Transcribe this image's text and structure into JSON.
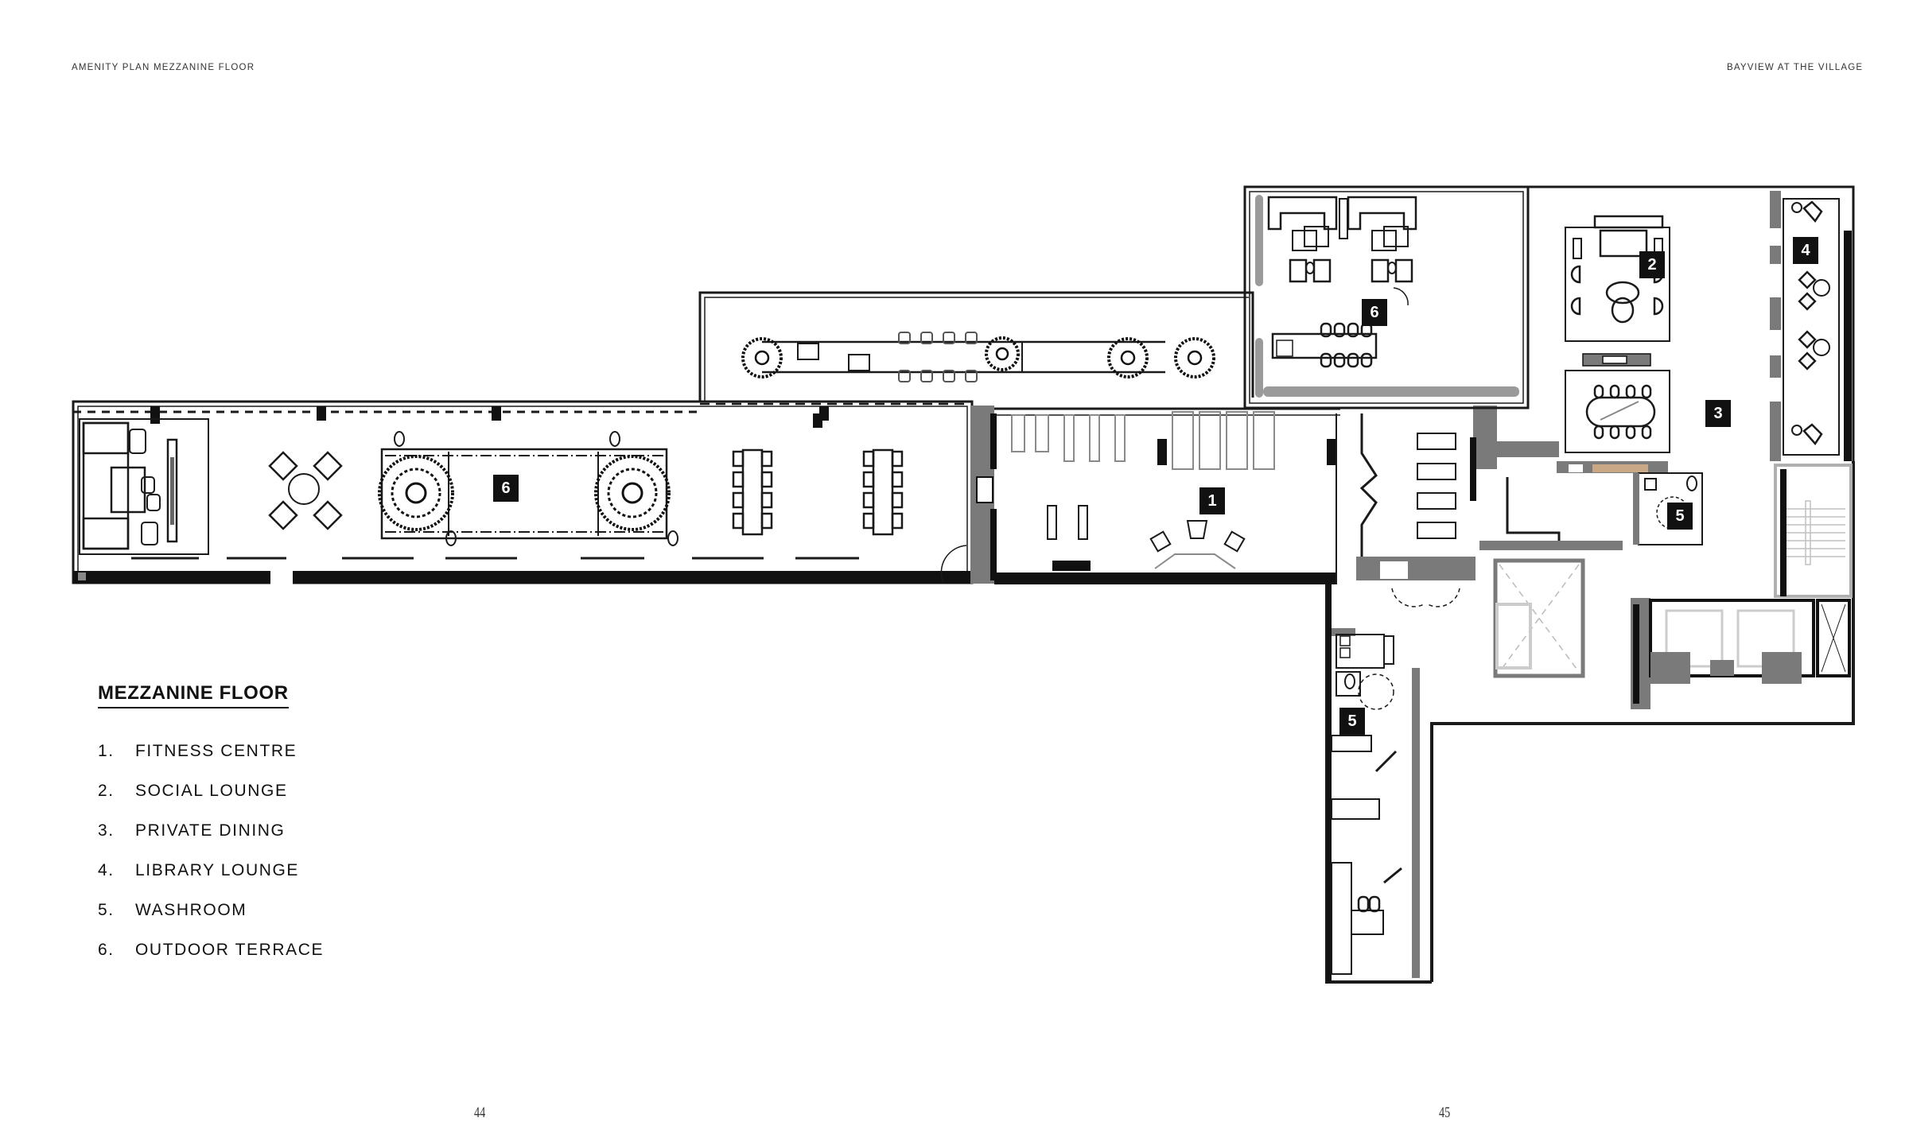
{
  "header": {
    "left_title": "AMENITY PLAN MEZZANINE FLOOR",
    "right_title": "BAYVIEW AT THE VILLAGE"
  },
  "legend": {
    "title": "MEZZANINE FLOOR",
    "items": [
      {
        "num": "1.",
        "label": "FITNESS CENTRE"
      },
      {
        "num": "2.",
        "label": "SOCIAL LOUNGE"
      },
      {
        "num": "3.",
        "label": "PRIVATE DINING"
      },
      {
        "num": "4.",
        "label": "LIBRARY LOUNGE"
      },
      {
        "num": "5.",
        "label": "WASHROOM"
      },
      {
        "num": "6.",
        "label": "OUTDOOR TERRACE"
      }
    ]
  },
  "plan": {
    "room_labels": [
      {
        "id": "terrace-west",
        "text": "6"
      },
      {
        "id": "fitness",
        "text": "1"
      },
      {
        "id": "terrace-north",
        "text": "6"
      },
      {
        "id": "social-lounge",
        "text": "2"
      },
      {
        "id": "private-dining",
        "text": "3"
      },
      {
        "id": "library-lounge",
        "text": "4"
      },
      {
        "id": "washroom-upper",
        "text": "5"
      },
      {
        "id": "washroom-lower",
        "text": "5"
      }
    ],
    "colors": {
      "wall": "#111111",
      "wall_grey": "#7a7a7a",
      "line": "#1a1a1a",
      "equipment": "#8a8a8a",
      "hedge": "#9a9a9a",
      "counter_wood": "#c9a985"
    }
  },
  "footer": {
    "page_left": "44",
    "page_right": "45"
  }
}
